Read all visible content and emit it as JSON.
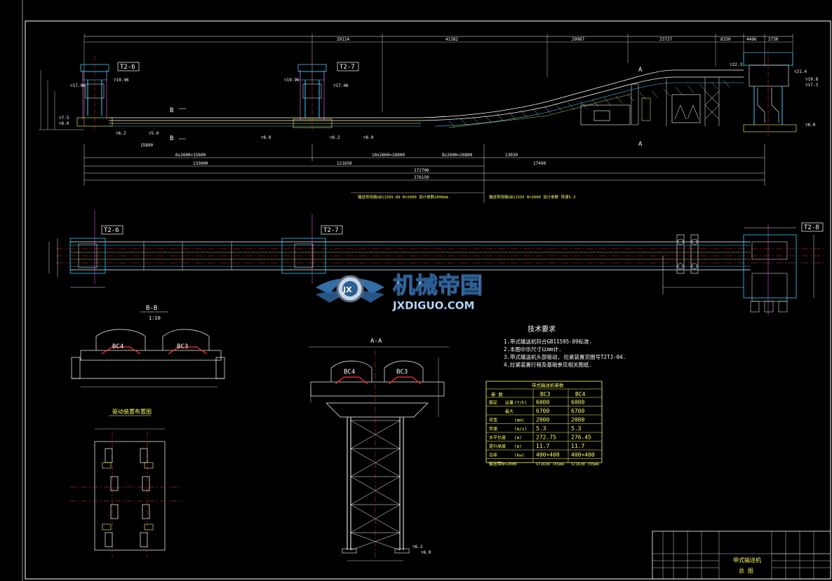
{
  "drawing": {
    "sections": {
      "t26": "T2-6",
      "t27": "T2-7",
      "t28": "T2-8",
      "bb_title": "B-B",
      "bb_scale": "1:10",
      "aa_title": "A-A",
      "drive_title": "驱动装置布置图",
      "cut_b": "B",
      "cut_a": "A"
    },
    "conveyors": {
      "bc3": "BC3",
      "bc4": "BC4"
    },
    "top_dims": [
      "29114",
      "41382",
      "29987",
      "23727",
      "8330",
      "4496",
      "2730"
    ],
    "bottom_dims": {
      "d1": "6x2600=15600",
      "d2": "10x2600=26000",
      "d3": "8x2600=20800",
      "d4": "15890",
      "d5": "121650",
      "d6": "133000",
      "d7": "272700",
      "d8": "276150",
      "d9": "13030",
      "d10": "17490"
    },
    "elevations": [
      "▽17.06",
      "▽19.96",
      "▽7.5",
      "▽6.0",
      "▽6.2",
      "▽5.0",
      "▽22.3",
      "▽21.4",
      "▽19.8",
      "▽17.3"
    ],
    "notes_line": {
      "left": "输送带规格GB11595-89 B=2000 设计参数2000mm",
      "right": "输送带规格GB11595 B=2000 设计参数 带速5.3"
    },
    "tech_req": {
      "title": "技术要求",
      "items": [
        "1.带式输送机符合GB11595-89标准.",
        "2.本图中示尺寸以mm计.",
        "3.带式输送机头部驱动, 拉紧装置见图号T2TJ-04.",
        "4.拉紧装置行程及基础参见相关图纸."
      ]
    },
    "param_table": {
      "title": "带式输送机参数",
      "headers": [
        "参 数",
        "BC3",
        "BC4"
      ],
      "rows": [
        {
          "label": "额定",
          "sub": "运量",
          "unit": "(T/h)",
          "bc3": "6000",
          "bc4": "6000"
        },
        {
          "label": "",
          "sub": "最大",
          "unit": "",
          "bc3": "6700",
          "bc4": "6700"
        },
        {
          "label": "带宽",
          "sub": "",
          "unit": "(mm)",
          "bc3": "2000",
          "bc4": "2000"
        },
        {
          "label": "带速",
          "sub": "",
          "unit": "(m/s)",
          "bc3": "5.3",
          "bc4": "5.3"
        },
        {
          "label": "水平长度",
          "sub": "",
          "unit": "(m)",
          "bc3": "272.75",
          "bc4": "276.45"
        },
        {
          "label": "提升高度",
          "sub": "",
          "unit": "(m)",
          "bc3": "11.7",
          "bc4": "11.7"
        },
        {
          "label": "功率",
          "sub": "",
          "unit": "(kw)",
          "bc3": "400+400",
          "bc4": "400+400"
        },
        {
          "label": "输送带B=2000",
          "sub": "",
          "unit": "",
          "bc3": "ST1630 7X5mm",
          "bc4": "ST1630 7X5mm"
        }
      ]
    },
    "title_block": {
      "name": "带式输送机",
      "sheet": "总 图"
    },
    "watermark": {
      "cn": "机械帝国",
      "en": "JXDIGUO.COM",
      "logo": "JX"
    },
    "colors": {
      "background": "#000000",
      "lines": "#ffffff",
      "structure": "#33ccff",
      "centerline": "#ff3030",
      "text": "#ffff66",
      "accent": "#33ff66"
    }
  }
}
